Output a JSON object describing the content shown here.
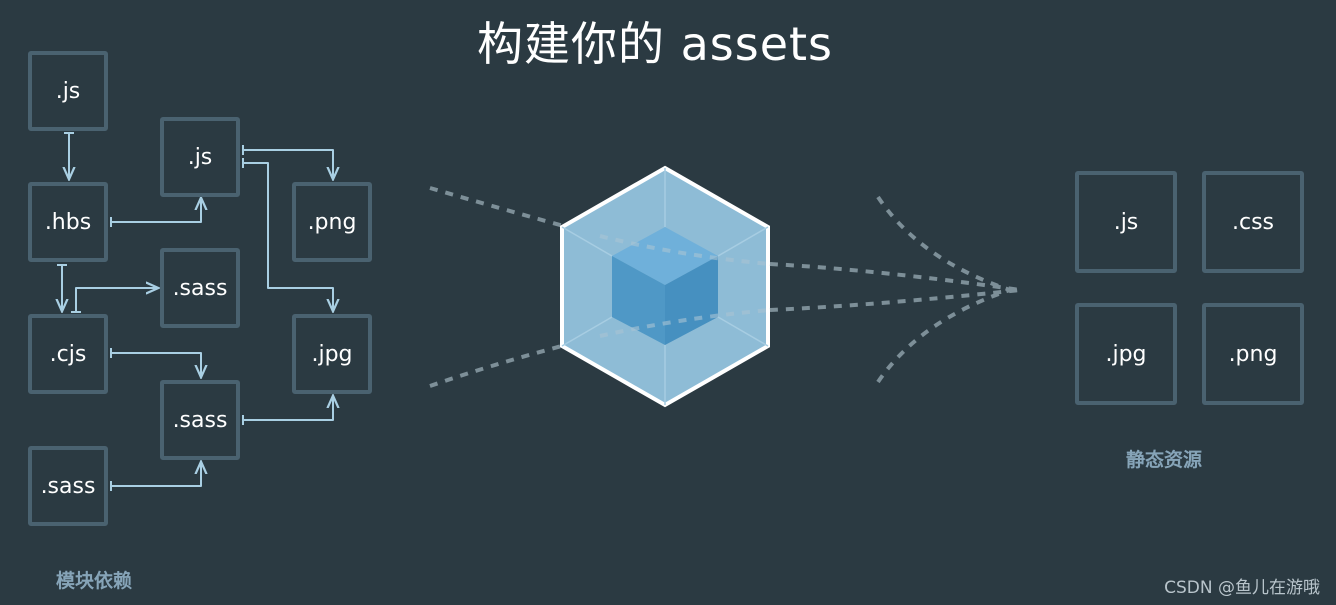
{
  "title": "构建你的 assets",
  "module_dependencies": {
    "caption": "模块依赖",
    "nodes": [
      ".js",
      ".hbs",
      ".cjs",
      ".sass",
      ".js",
      ".sass",
      ".sass",
      ".png",
      ".jpg"
    ]
  },
  "static_assets": {
    "caption": "静态资源",
    "nodes": [
      ".js",
      ".css",
      ".jpg",
      ".png"
    ]
  },
  "watermark": "CSDN @鱼儿在游哦",
  "colors": {
    "background": "#2b3a42",
    "box_border": "#4a6270",
    "arrow": "#a9cfe3",
    "dashed_line": "#7d8f98",
    "cube_outer": "#8ebcd6",
    "cube_inner": "#5299c8",
    "caption": "#86a4b8"
  }
}
